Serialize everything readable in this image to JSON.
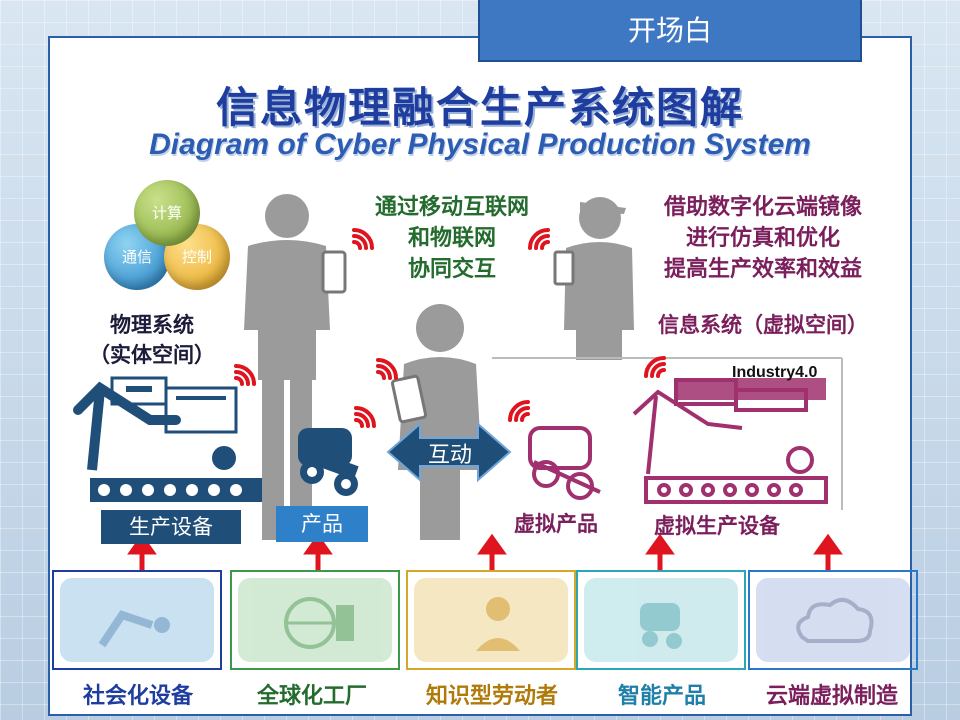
{
  "header": {
    "tab_label": "开场白"
  },
  "title": {
    "cn": "信息物理融合生产系统图解",
    "en": "Diagram of Cyber Physical Production System"
  },
  "venn": {
    "calc": "计算",
    "comm": "通信",
    "ctrl": "控制"
  },
  "physical_system": {
    "line1": "物理系统",
    "line2": "（实体空间）"
  },
  "middle_text": {
    "line1": "通过移动互联网",
    "line2": "和物联网",
    "line3": "协同交互"
  },
  "right_text": {
    "line1": "借助数字化云端镜像",
    "line2": "进行仿真和优化",
    "line3": "提高生产效率和效益"
  },
  "info_system": "信息系统（虚拟空间）",
  "industry_label": "Industry4.0",
  "center_arrow_label": "互动",
  "labels": {
    "equipment": "生产设备",
    "product": "产品",
    "virtual_product": "虚拟产品",
    "virtual_equipment": "虚拟生产设备"
  },
  "bottom": [
    {
      "label": "社会化设备",
      "color": "#1f3d9e"
    },
    {
      "label": "全球化工厂",
      "color": "#246b2e"
    },
    {
      "label": "知识型劳动者",
      "color": "#b07a0a"
    },
    {
      "label": "智能产品",
      "color": "#1f7fa8"
    },
    {
      "label": "云端虚拟制造",
      "color": "#7a1f5c"
    }
  ],
  "colors": {
    "navy": "#1f4e79",
    "person_gray": "#9b9b9b",
    "virtual_pink": "#a0306e",
    "wifi_red": "#e0141e"
  }
}
